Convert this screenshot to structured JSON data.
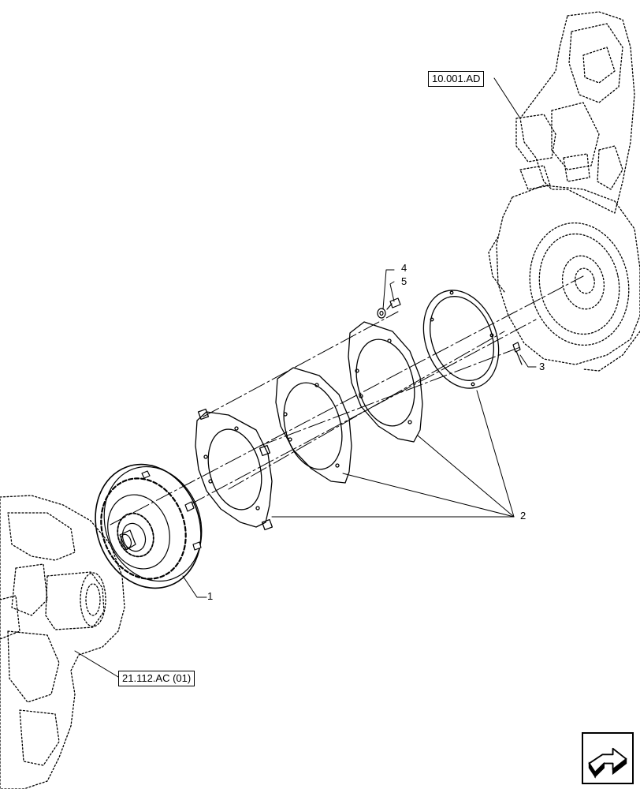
{
  "references": {
    "engine_ref": "10.001.AD",
    "transmission_ref": "21.112.AC (01)"
  },
  "callouts": {
    "c1": "1",
    "c2": "2",
    "c3": "3",
    "c4": "4",
    "c5": "5"
  },
  "parts": [
    {
      "number": "1",
      "name": "torque-converter"
    },
    {
      "number": "2",
      "name": "flex-plate-set"
    },
    {
      "number": "3",
      "name": "bolt"
    },
    {
      "number": "4",
      "name": "washer"
    },
    {
      "number": "5",
      "name": "bolt"
    }
  ],
  "icons": {
    "navigation": "next-page-arrow-icon"
  },
  "colors": {
    "line": "#000000",
    "background": "#ffffff"
  }
}
